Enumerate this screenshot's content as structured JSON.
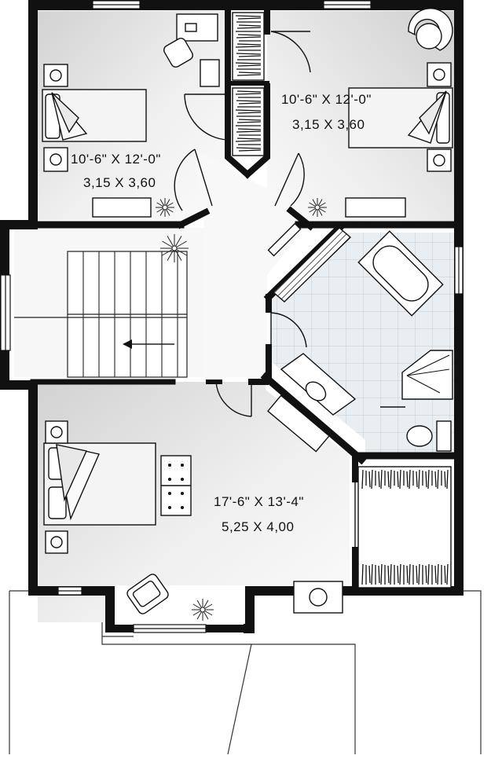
{
  "rooms": [
    {
      "id": "bedroom-2",
      "imperial": "10'-6\" X 12'-0\"",
      "metric": "3,15 X 3,60"
    },
    {
      "id": "bedroom-3",
      "imperial": "10'-6\" X 12'-0\"",
      "metric": "3,15 X 3,60"
    },
    {
      "id": "master-bedroom",
      "imperial": "17'-6\" X 13'-4\"",
      "metric": "5,25 X 4,00"
    }
  ]
}
